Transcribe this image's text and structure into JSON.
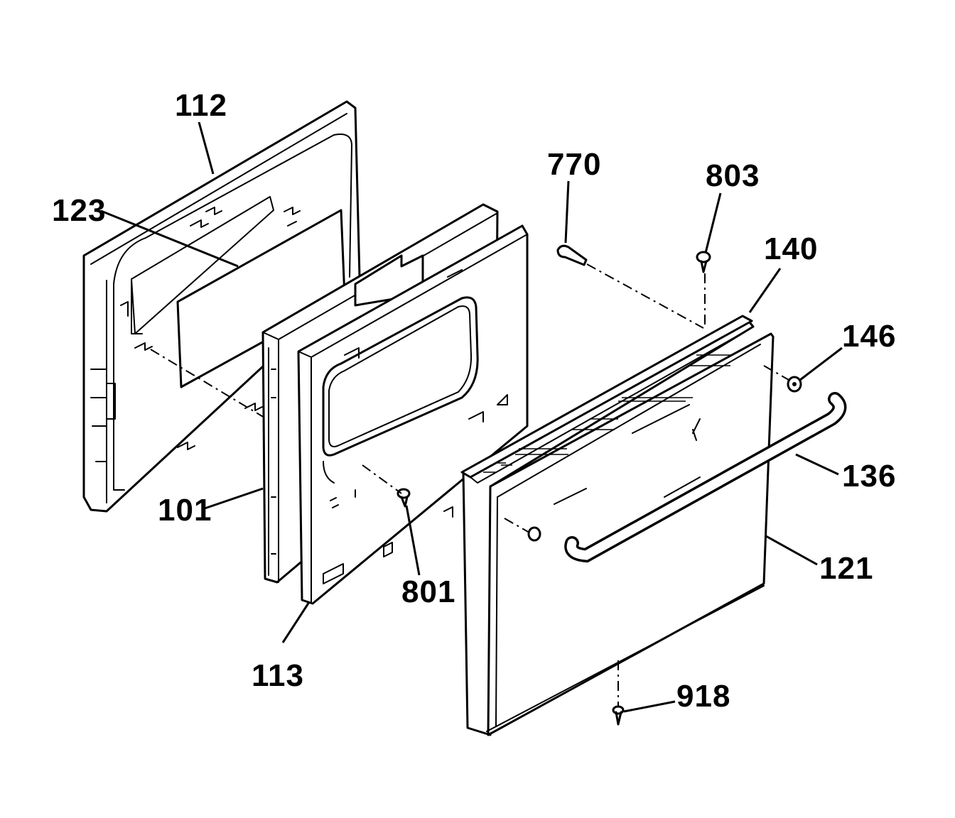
{
  "diagram": {
    "colors": {
      "ink": "#000000",
      "paper": "#ffffff"
    },
    "labels": {
      "p112": "112",
      "p123": "123",
      "p101": "101",
      "p113": "113",
      "p801": "801",
      "p770": "770",
      "p803": "803",
      "p140": "140",
      "p146": "146",
      "p136": "136",
      "p121": "121",
      "p918": "918"
    }
  }
}
